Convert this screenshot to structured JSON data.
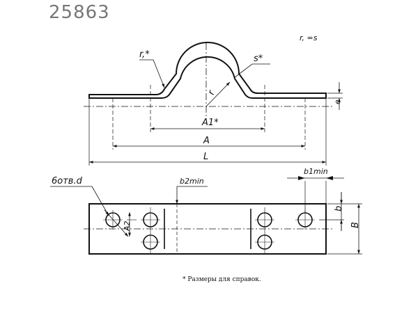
{
  "drawing_id": "25863",
  "labels": {
    "radius_note": "r, =s",
    "r1": "r,*",
    "s": "s*",
    "r": "r",
    "e": "e",
    "a1": "A1*",
    "a": "A",
    "l": "L",
    "holes": "6отв.d",
    "b2min": "b2min",
    "b1min": "b1min",
    "b_small": "b",
    "b_large": "B",
    "a2": "A2"
  },
  "footnote": "* Размеры для справок."
}
